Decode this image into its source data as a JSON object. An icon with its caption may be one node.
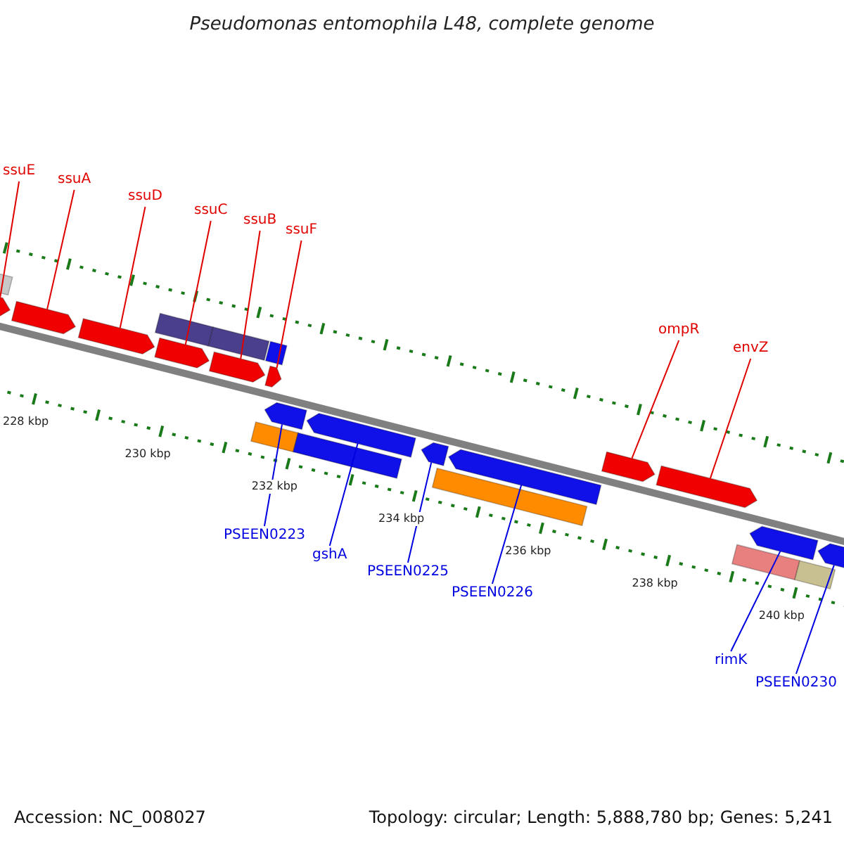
{
  "diagram": {
    "title": "Pseudomonas entomophila L48, complete genome",
    "nodes": [
      {
        "text": [
          "ssuE"
        ]
      },
      {
        "text": [
          "ssuA"
        ]
      },
      {
        "text": [
          "ssuD"
        ]
      },
      {
        "text": [
          "ssuC"
        ]
      },
      {
        "text": [
          "ssuB"
        ]
      },
      {
        "text": [
          "ssuF"
        ]
      },
      {
        "text": [
          "ompR"
        ]
      },
      {
        "text": [
          "envZ"
        ]
      },
      {
        "text": [
          "PSEEN0223"
        ]
      },
      {
        "text": [
          "gshA"
        ]
      },
      {
        "text": [
          "PSEEN0225"
        ]
      },
      {
        "text": [
          "PSEEN0226"
        ]
      },
      {
        "text": [
          "rimK"
        ]
      },
      {
        "text": [
          "PSEEN0230"
        ]
      },
      {
        "text": [],
        "shape": "bar"
      },
      {
        "text": [],
        "shape": "arrow"
      },
      {
        "text": [],
        "shape": "arrow"
      },
      {
        "text": [],
        "shape": "arrow"
      },
      {
        "text": [],
        "shape": "bar"
      },
      {
        "text": [],
        "shape": "bar"
      },
      {
        "text": [],
        "shape": "arrow"
      },
      {
        "text": [],
        "shape": "arrow"
      },
      {
        "text": [],
        "shape": "bar"
      },
      {
        "text": [],
        "shape": "arrow"
      },
      {
        "text": [],
        "shape": "arrow"
      },
      {
        "text": [],
        "shape": "bar"
      },
      {
        "text": [],
        "shape": "arrow"
      },
      {
        "text": [],
        "shape": "bar"
      },
      {
        "text": [],
        "shape": "arrow"
      },
      {
        "text": [],
        "shape": "arrow"
      },
      {
        "text": [],
        "shape": "bar"
      },
      {
        "text": [],
        "shape": "arrow"
      },
      {
        "text": [],
        "shape": "arrow"
      },
      {
        "text": [],
        "shape": "arrow"
      },
      {
        "text": [],
        "shape": "bar"
      },
      {
        "text": [],
        "shape": "arrow"
      },
      {
        "text": [],
        "shape": "bar"
      }
    ],
    "edges": [
      {
        "from": 0,
        "to": 15,
        "arrow": "none"
      },
      {
        "from": 1,
        "to": 16,
        "arrow": "none"
      },
      {
        "from": 2,
        "to": 17,
        "arrow": "none"
      },
      {
        "from": 3,
        "to": 20,
        "arrow": "none"
      },
      {
        "from": 4,
        "to": 21,
        "arrow": "none"
      },
      {
        "from": 5,
        "to": 23,
        "arrow": "none"
      },
      {
        "from": 6,
        "to": 31,
        "arrow": "none"
      },
      {
        "from": 7,
        "to": 32,
        "arrow": "none"
      },
      {
        "from": 8,
        "to": 24,
        "arrow": "none",
        "color": "#0000e0"
      },
      {
        "from": 9,
        "to": 26,
        "arrow": "none",
        "color": "#0000e0"
      },
      {
        "from": 10,
        "to": 28,
        "arrow": "none",
        "color": "#0000e0"
      },
      {
        "from": 11,
        "to": 29,
        "arrow": "none",
        "color": "#0000e0"
      },
      {
        "from": 12,
        "to": 33,
        "arrow": "none",
        "color": "#0000e0"
      },
      {
        "from": 13,
        "to": 35,
        "arrow": "none",
        "color": "#0000e0"
      }
    ],
    "labels": [
      "228 kbp",
      "230 kbp",
      "232 kbp",
      "234 kbp",
      "236 kbp",
      "238 kbp",
      "240 kbp",
      "Accession: NC_008027",
      "Topology: circular; Length: 5,888,780 bp; Genes: 5,241"
    ]
  }
}
